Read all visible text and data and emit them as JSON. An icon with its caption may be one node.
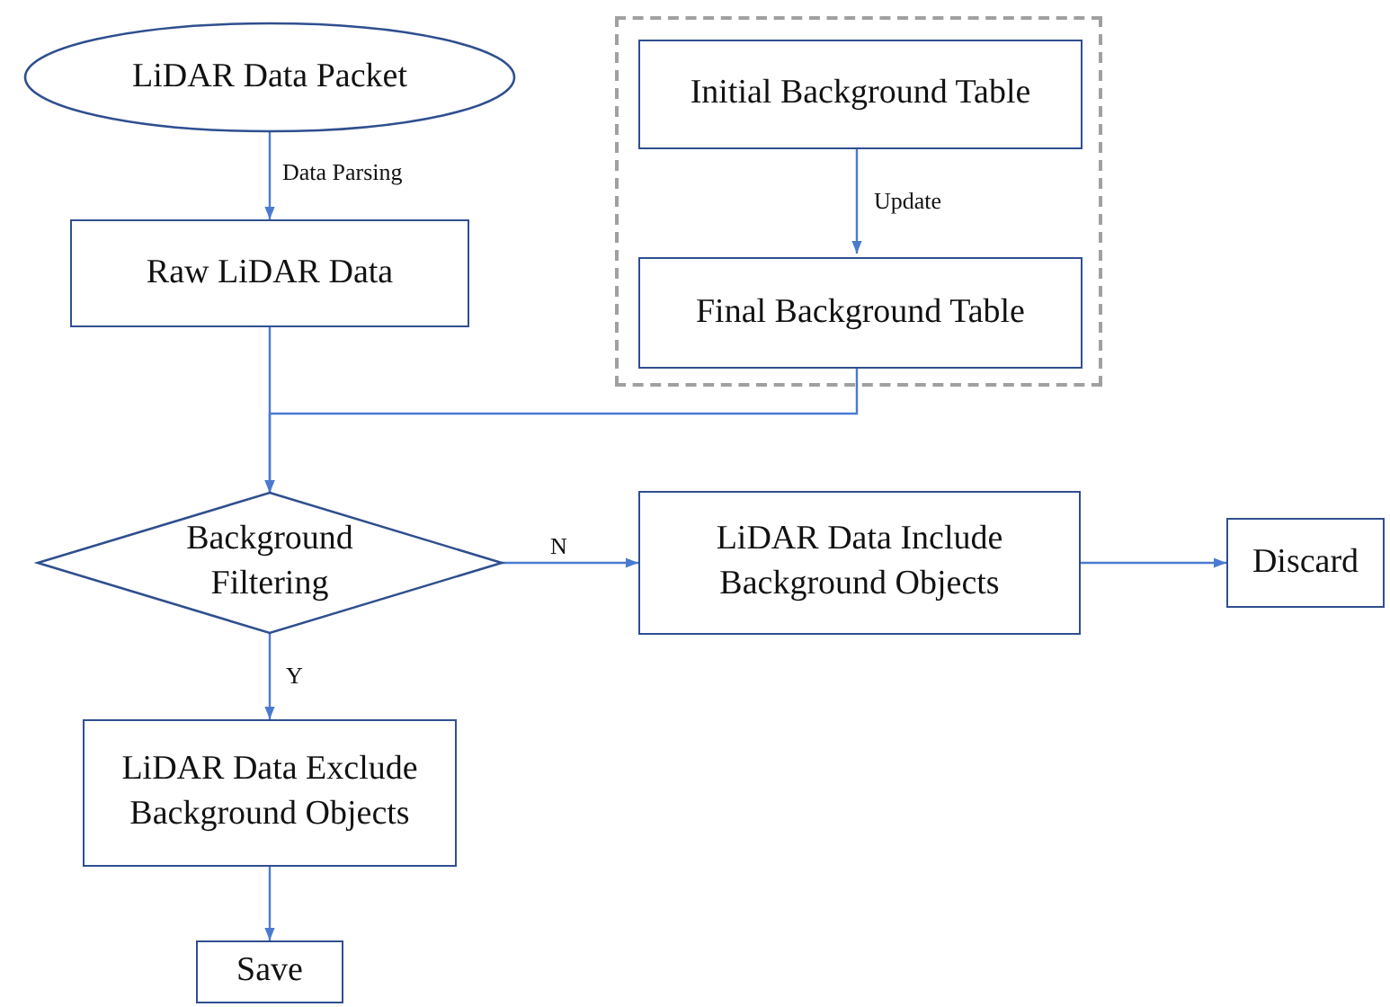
{
  "diagram": {
    "nodes": [
      {
        "text": [
          "LiDAR Data Packet"
        ]
      },
      {
        "text": [
          "Raw LiDAR Data"
        ]
      },
      {
        "text": [],
        "shape": "box"
      },
      {
        "text": [
          "Initial Background Table"
        ],
        "in": 2
      },
      {
        "text": [
          "Final Background Table"
        ],
        "in": 2
      },
      {
        "text": [
          "Background Filtering"
        ]
      },
      {
        "text": [
          "LiDAR Data Include Background Objects"
        ]
      },
      {
        "text": [
          "Discard"
        ]
      },
      {
        "text": [
          "LiDAR Data Exclude Background Objects"
        ]
      },
      {
        "text": [
          "Save"
        ]
      }
    ],
    "edges": [
      {
        "from": 0,
        "to": 1,
        "arrow": "to",
        "label": "Data Parsing"
      },
      {
        "from": 3,
        "to": 4,
        "arrow": "to",
        "label": "Update"
      },
      {
        "from": 1,
        "to": 5,
        "arrow": "to"
      },
      {
        "from": 4,
        "to": 5,
        "arrow": "to"
      },
      {
        "from": 5,
        "to": 6,
        "arrow": "to",
        "label": "N"
      },
      {
        "from": 6,
        "to": 7,
        "arrow": "to"
      },
      {
        "from": 5,
        "to": 8,
        "arrow": "to",
        "label": "Y"
      },
      {
        "from": 8,
        "to": 9,
        "arrow": "to"
      }
    ]
  }
}
